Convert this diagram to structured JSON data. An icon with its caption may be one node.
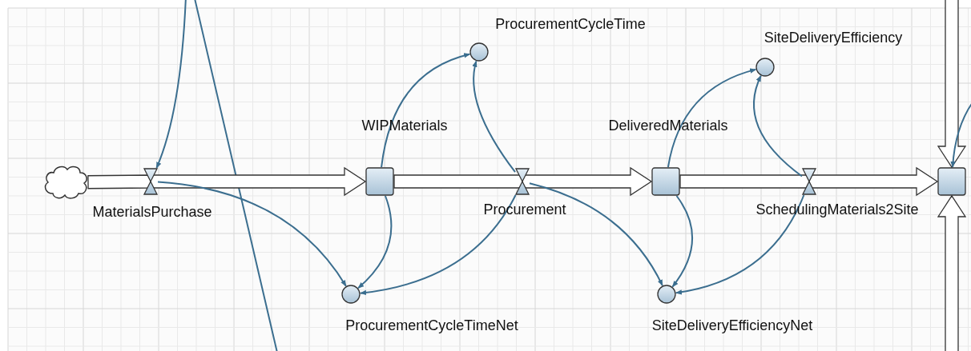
{
  "diagram": {
    "nodes": [
      {
        "text": [],
        "shape": "cloud"
      },
      {
        "text": [
          "MaterialsPurchase"
        ]
      },
      {
        "text": [
          "WIPMaterials"
        ]
      },
      {
        "text": [
          "Procurement"
        ]
      },
      {
        "text": [
          "DeliveredMaterials"
        ]
      },
      {
        "text": [
          "SchedulingMaterials2Site"
        ]
      },
      {
        "text": [],
        "shape": "box"
      },
      {
        "text": [
          "ProcurementCycleTime"
        ]
      },
      {
        "text": [
          "SiteDeliveryEfficiency"
        ]
      },
      {
        "text": [
          "ProcurementCycleTimeNet"
        ]
      },
      {
        "text": [
          "SiteDeliveryEfficiencyNet"
        ]
      }
    ],
    "edges": [
      {
        "from": 0,
        "to": 1,
        "arrow": "none",
        "style": "thick",
        "color": "#333333"
      },
      {
        "from": 1,
        "to": 2,
        "arrow": "to",
        "style": "thick",
        "color": "#333333"
      },
      {
        "from": 2,
        "to": 3,
        "arrow": "none",
        "style": "thick",
        "color": "#333333"
      },
      {
        "from": 3,
        "to": 4,
        "arrow": "to",
        "style": "thick",
        "color": "#333333"
      },
      {
        "from": 4,
        "to": 5,
        "arrow": "none",
        "style": "thick",
        "color": "#333333"
      },
      {
        "from": 5,
        "to": 6,
        "arrow": "to",
        "style": "thick",
        "color": "#333333"
      },
      {
        "from": null,
        "to": 6,
        "arrow": "to",
        "style": "thick",
        "color": "#333333"
      },
      {
        "from": null,
        "to": 6,
        "arrow": "to",
        "style": "thick",
        "color": "#333333"
      },
      {
        "from": null,
        "to": 1,
        "arrow": "to"
      },
      {
        "from": 1,
        "to": 9,
        "arrow": "to"
      },
      {
        "from": 2,
        "to": 7,
        "arrow": "to"
      },
      {
        "from": 2,
        "to": 9,
        "arrow": "to"
      },
      {
        "from": 3,
        "to": 7,
        "arrow": "to"
      },
      {
        "from": 3,
        "to": 9,
        "arrow": "to"
      },
      {
        "from": 3,
        "to": 10,
        "arrow": "to"
      },
      {
        "from": 4,
        "to": 8,
        "arrow": "to"
      },
      {
        "from": 4,
        "to": 10,
        "arrow": "to"
      },
      {
        "from": 5,
        "to": 8,
        "arrow": "to"
      },
      {
        "from": 5,
        "to": 10,
        "arrow": "to"
      },
      {
        "from": null,
        "to": 6,
        "arrow": "to"
      }
    ]
  }
}
